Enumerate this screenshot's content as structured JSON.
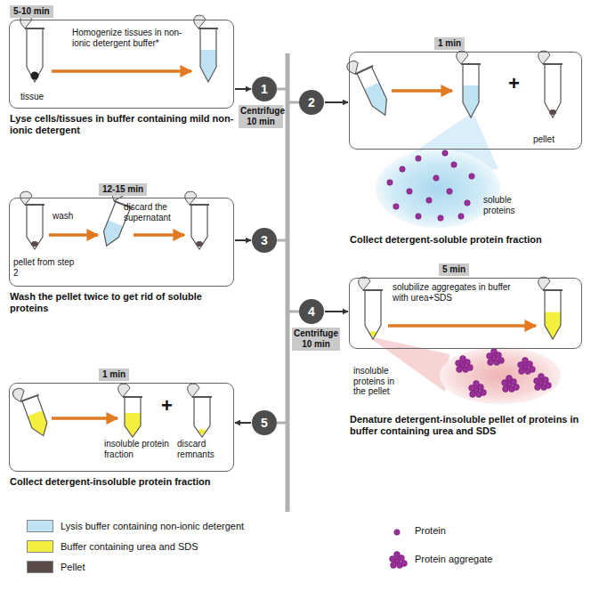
{
  "diagram": {
    "nodes": [
      {
        "text": [
          "5-10 min",
          "Homogenize tissues in non-ionic detergent buffer*",
          "tissue",
          "Lyse cells/tissues in buffer containing mild non-ionic detergent"
        ]
      },
      {
        "text": [
          "1"
        ]
      },
      {
        "text": [
          "2"
        ]
      },
      {
        "text": [
          "1 min",
          "soluble proteins",
          "+",
          "pellet",
          "Collect detergent-soluble protein fraction"
        ]
      },
      {
        "text": [
          "12-15 min",
          "wash",
          "pellet from step 2",
          "discard the supernatant",
          "Wash the pellet twice to get rid of soluble proteins"
        ]
      },
      {
        "text": [
          "3"
        ]
      },
      {
        "text": [
          "4"
        ]
      },
      {
        "text": [
          "5 min",
          "solubilize aggregates in buffer with urea+SDS",
          "insoluble proteins in the pellet",
          "Denature detergent-insoluble pellet of proteins in buffer containing urea and SDS"
        ]
      },
      {
        "text": [
          "5"
        ]
      },
      {
        "text": [
          "1 min",
          "insoluble protein fraction",
          "+",
          "discard remnants",
          "Collect detergent-insoluble protein fraction"
        ]
      }
    ],
    "edges": [
      {
        "from": 0,
        "to": 1,
        "arrow": "to"
      },
      {
        "from": 2,
        "to": 3,
        "arrow": "to"
      },
      {
        "from": 4,
        "to": 5,
        "arrow": "to"
      },
      {
        "from": 6,
        "to": 7,
        "arrow": "to"
      },
      {
        "from": 8,
        "to": 9,
        "arrow": "to"
      }
    ],
    "labels": [
      "Centrifuge 10 min",
      "Centrifuge 10 min"
    ],
    "legend": [
      {
        "text": "Lysis buffer containing non-ionic detergent",
        "color": "#bfe3f3"
      },
      {
        "text": "Buffer containing urea and SDS",
        "color": "#f3ef3c"
      },
      {
        "text": "Pellet",
        "color": "#5a4a48"
      },
      {
        "text": "Protein"
      },
      {
        "text": "Protein aggregate"
      }
    ]
  }
}
